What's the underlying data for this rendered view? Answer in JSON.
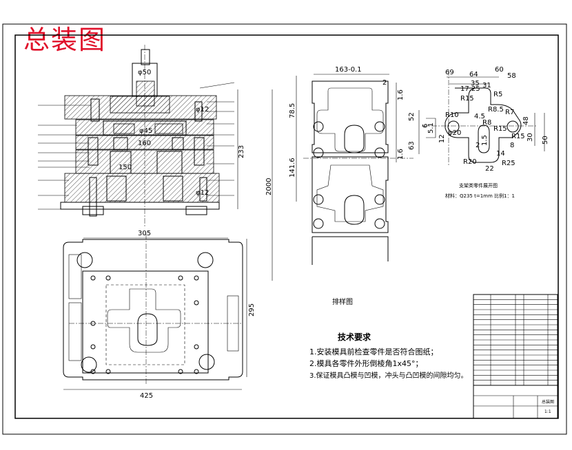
{
  "title": "总装图",
  "requirements": {
    "heading": "技术要求",
    "items": [
      "1.安装模具前检查零件是否符合图纸；",
      "2.模具各零件外形倒棱角1x45°；",
      "3.保证模具凸模与凹模，冲头与凸凹模的间隙均匀。"
    ]
  },
  "section_view": {
    "dims": [
      "φ50",
      "φ12",
      "φ45",
      "150",
      "160",
      "233",
      "φ12"
    ]
  },
  "plan_view": {
    "dims": [
      "305",
      "425",
      "295"
    ]
  },
  "strip_layout": {
    "label": "排样图",
    "dims": [
      "163-0.1",
      "2",
      "1.6",
      "78.5",
      "141.6",
      "2000",
      "1.6"
    ]
  },
  "blank": {
    "caption": "支架类零件展开图",
    "material": "材料：Q235  t=1mm  比例1：1",
    "dims": [
      "69",
      "64",
      "60",
      "58",
      "35",
      "31",
      "17.25",
      "R15",
      "R5",
      "R10",
      "R7",
      "R8.5",
      "4.5",
      "52",
      "63",
      "12",
      "5.1",
      "6",
      "R8",
      "R15",
      "R15",
      "30",
      "48",
      "50",
      "R25",
      "R20",
      "22",
      "2",
      "1.5",
      "φ20",
      "14",
      "8"
    ]
  },
  "title_block": {
    "rows": 18,
    "label_bottom": "总装图",
    "scale": "1:1"
  }
}
